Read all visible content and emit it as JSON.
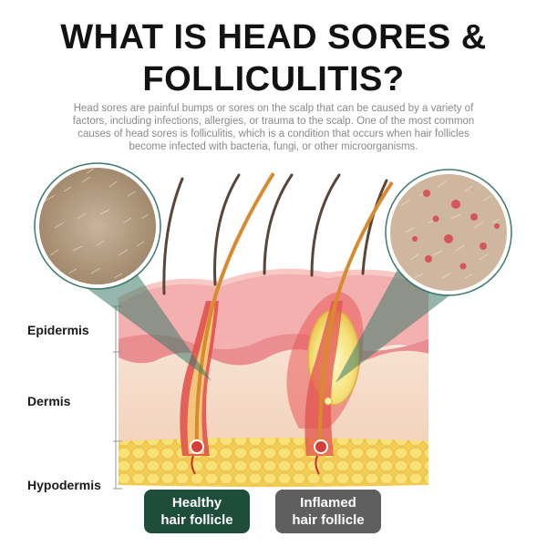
{
  "title": {
    "line1": "WHAT IS HEAD SORES &",
    "line2": "FOLLICULITIS?"
  },
  "description": {
    "line1": "Head sores are painful bumps or sores on the scalp that can be caused by a variety of",
    "line2": "factors, including infections, allergies, or trauma to the scalp. One of the most common",
    "line3": "causes of head sores is folliculitis, which is a condition that occurs when hair follicles",
    "line4": "become infected with bacteria, fungi, or other microorganisms."
  },
  "layers": {
    "epidermis": "Epidermis",
    "dermis": "Dermis",
    "hypodermis": "Hypodermis"
  },
  "labels": {
    "healthy_line1": "Healthy",
    "healthy_line2": "hair follicle",
    "inflamed_line1": "Inflamed",
    "inflamed_line2": "hair follicle"
  },
  "colors": {
    "healthy_pill": "#1f4d3c",
    "inflamed_pill": "#5f5f5f",
    "magnifier_cone": "#3c7a6a",
    "skin_pink": "#f2a8a8",
    "dermis": "#f7dccb",
    "fat": "#f5d25a"
  }
}
